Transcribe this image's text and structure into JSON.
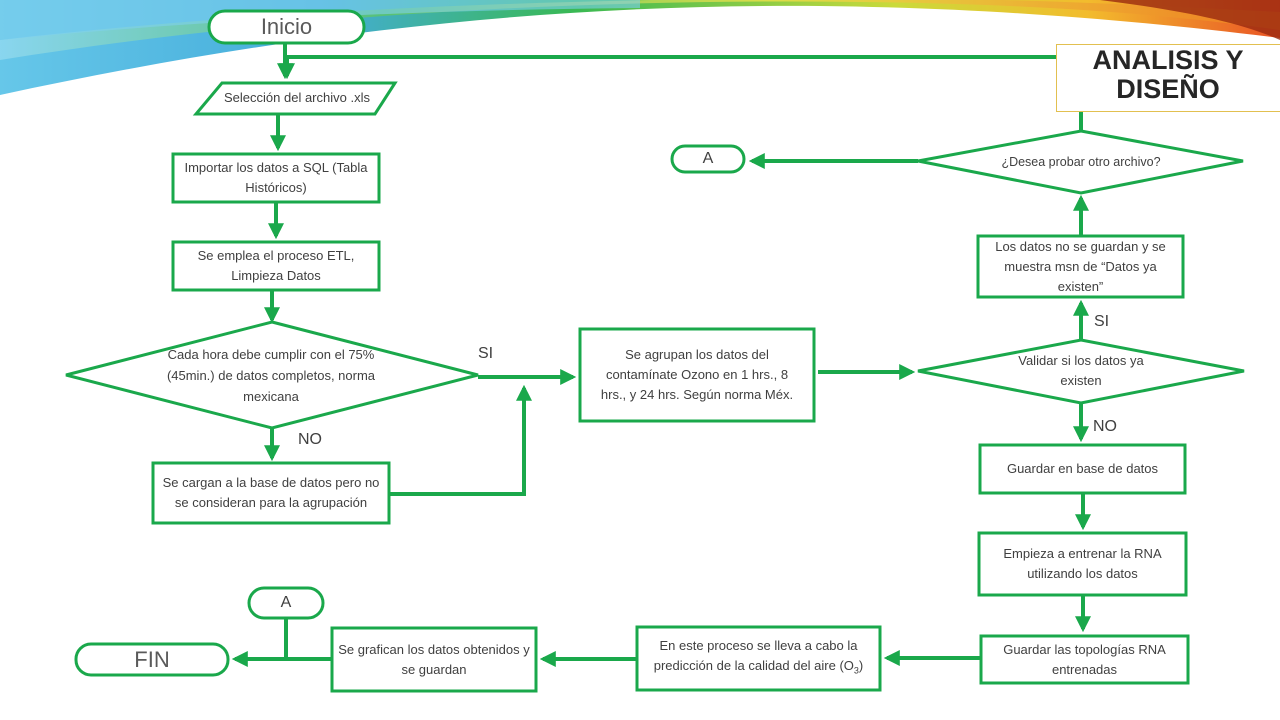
{
  "title": "ANALISIS Y DISEÑO",
  "colors": {
    "flow": "#1aa84b",
    "text": "#404040"
  },
  "nodes": {
    "inicio": "Inicio",
    "seleccion": "Selección del archivo .xls",
    "importar": "Importar los datos a SQL (Tabla Históricos)",
    "etl": "Se emplea el proceso ETL, Limpieza Datos",
    "decision_hora": "Cada hora debe cumplir con el 75% (45min.) de datos completos, norma mexicana",
    "cargan": "Se cargan a la base de datos pero no se consideran para la agrupación",
    "agrupan": "Se agrupan los datos del contamínate Ozono en    1 hrs., 8 hrs., y 24 hrs. Según norma Méx.",
    "validar": "Validar si los datos ya existen",
    "no_guardan": "Los datos no se guardan y se muestra msn de “Datos ya existen”",
    "desea": "¿Desea probar otro archivo?",
    "conector_a_right": "A",
    "guardar_bd": "Guardar en base de datos",
    "entrenar": "Empieza a entrenar la RNA  utilizando los datos",
    "topologias": "Guardar las topologías RNA entrenadas",
    "prediccion_main": "En este proceso se lleva a cabo la predicción de la calidad del aire (O",
    "prediccion_sub": "3",
    "prediccion_end": ")",
    "graficar": "Se grafican los datos obtenidos y se guardan",
    "conector_a_left": "A",
    "fin": "FIN"
  },
  "labels": {
    "si_1": "SI",
    "no_1": "NO",
    "si_2": "SI",
    "no_2": "NO"
  }
}
